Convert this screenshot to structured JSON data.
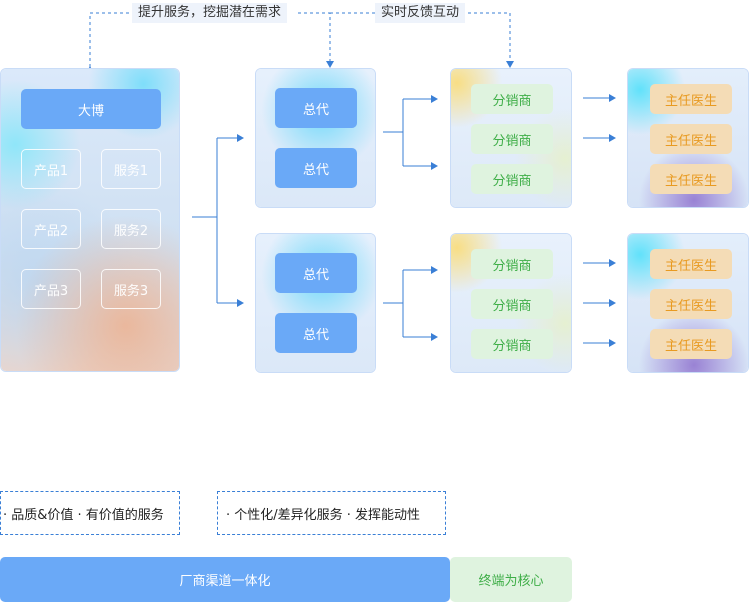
{
  "top_tags": {
    "left": "提升服务，挖掘潜在需求",
    "right": "实时反馈互动"
  },
  "brand": {
    "title": "大博",
    "items": [
      "产品1",
      "服务1",
      "产品2",
      "服务2",
      "产品3",
      "服务3"
    ]
  },
  "agents": {
    "group1": [
      "总代",
      "总代"
    ],
    "group2": [
      "总代",
      "总代"
    ]
  },
  "distributors": {
    "group1": [
      "分销商",
      "分销商",
      "分销商"
    ],
    "group2": [
      "分销商",
      "分销商",
      "分销商"
    ]
  },
  "doctors": {
    "group1": [
      "主任医生",
      "主任医生",
      "主任医生"
    ],
    "group2": [
      "主任医生",
      "主任医生",
      "主任医生"
    ]
  },
  "features": {
    "left": "· 品质&价值  · 有价值的服务",
    "right": "· 个性化/差异化服务  · 发挥能动性"
  },
  "bottom_bar": {
    "left": "厂商渠道一体化",
    "right": "终端为核心"
  },
  "colors": {
    "accent_blue": "#6aa9f7",
    "arrow_blue": "#3a7fd6",
    "green": "#3fae48",
    "orange": "#e89a21"
  }
}
